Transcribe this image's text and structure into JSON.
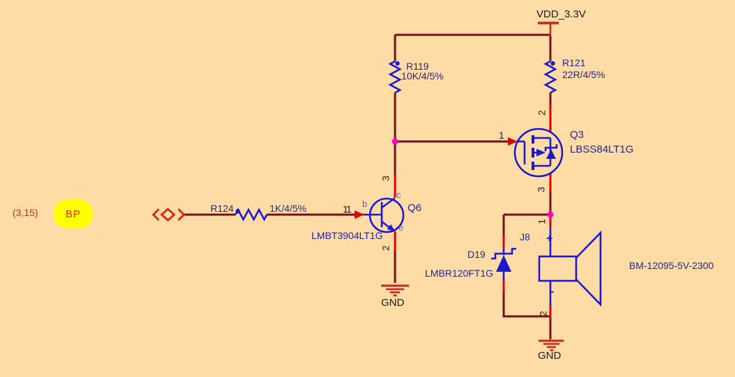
{
  "colors": {
    "bg": "#FFDCA6",
    "wire": "#74101A",
    "pin": "#E00000",
    "sym": "#1A1ACC",
    "junction": "#FF00C8",
    "power": "#C3281E",
    "port": "#D02418",
    "navy": "#23238E",
    "black": "#1A1A1A",
    "pinname": "#5A5AC2",
    "badge_bg": "#FFFF00",
    "badge_text": "#E02810",
    "coord": "#B43428"
  },
  "canvas": {
    "coordinate_readout": "(3,15)"
  },
  "port": {
    "label": "BP"
  },
  "power": {
    "vdd_label": "VDD_3.3V"
  },
  "grounds": {
    "left": "GND",
    "bottom": "GND"
  },
  "components": {
    "r119": {
      "designator": "R119",
      "value": "10K/4/5%"
    },
    "r121": {
      "designator": "R121",
      "value": "22R/4/5%"
    },
    "r124": {
      "designator": "R124",
      "value": "1K/4/5%",
      "pin1": "1"
    },
    "q6": {
      "designator": "Q6",
      "part": "LMBT3904LT1G",
      "pin1": "1",
      "pin2": "2",
      "pin3": "3",
      "base": "b",
      "collector": "c",
      "emitter": "e"
    },
    "q3": {
      "designator": "Q3",
      "part": "LBSS84LT1G",
      "pin1": "1",
      "pin2": "2",
      "pin3": "3"
    },
    "d19": {
      "designator": "D19",
      "part": "LMBR120FT1G"
    },
    "j8": {
      "designator": "J8",
      "part": "BM-12095-5V-2300",
      "pin1": "1",
      "pin2": "2",
      "plus": "+",
      "minus": "-"
    }
  }
}
